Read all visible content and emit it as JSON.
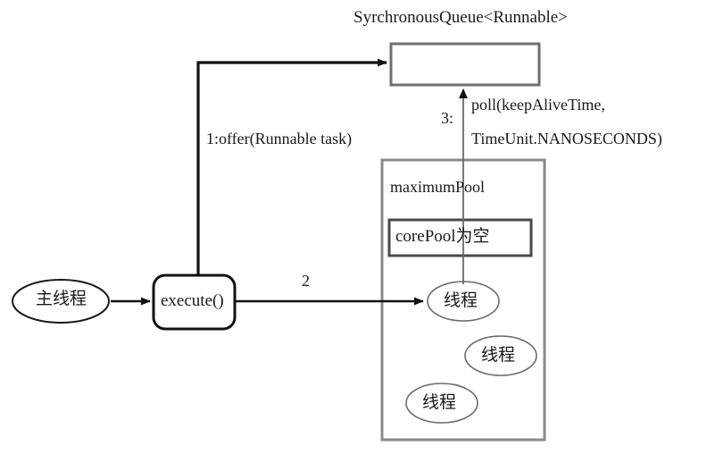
{
  "diagram": {
    "title": "SyrchronousQueue<Runnable>",
    "queue_box": {
      "label": ""
    },
    "labels": {
      "offer": "1:offer(Runnable task)",
      "step3": "3:",
      "poll_line1": "poll(keepAliveTime,",
      "poll_line2": "TimeUnit.NANOSECONDS)",
      "step2": "2"
    },
    "pool": {
      "title": "maximumPool",
      "core_pool": "corePool为空",
      "threads": [
        "线程",
        "线程",
        "线程"
      ]
    },
    "main_thread": "主线程",
    "execute_node": "execute()",
    "colors": {
      "background": "#ffffff",
      "text": "#1a1a1a",
      "arrow_dark": "#111111",
      "arrow_thin": "#555555",
      "box_gray": "#7a7a7a",
      "box_dark": "#4a4a4a",
      "node_outline": "#111111",
      "ellipse_outline": "#555555"
    }
  }
}
